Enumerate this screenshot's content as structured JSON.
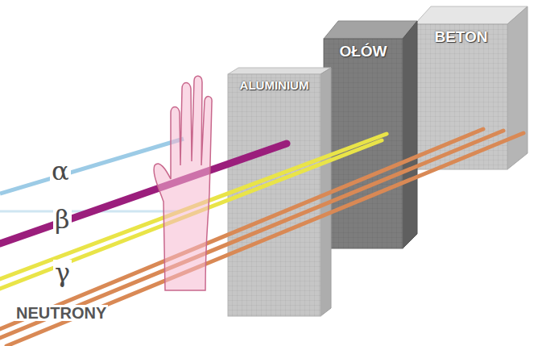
{
  "diagram": {
    "nodes": [
      {
        "text": [
          "ALUMINIUM"
        ]
      },
      {
        "text": [
          "OŁÓW"
        ]
      },
      {
        "text": [
          "BETON"
        ]
      }
    ],
    "labels": [
      "α",
      "β",
      "γ",
      "NEUTRONY"
    ]
  }
}
